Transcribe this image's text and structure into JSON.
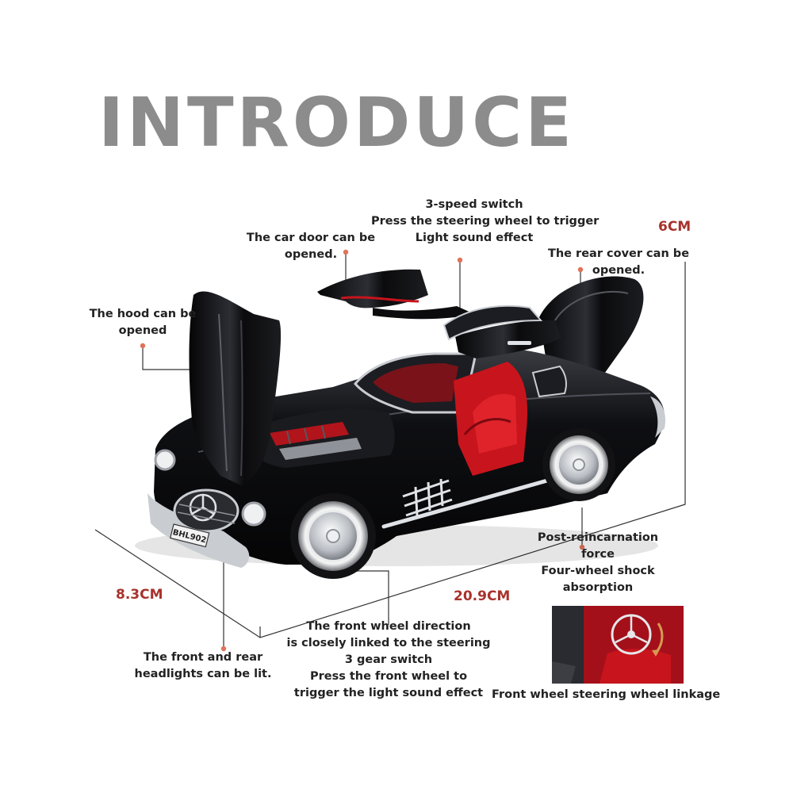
{
  "title": "INTRODUCE",
  "colors": {
    "title": "#8c8c8c",
    "accent": "#a8322c",
    "callout_dot": "#e0735a",
    "text": "#222222",
    "car_body": "#0d0d0f",
    "interior": "#c8141c",
    "chrome": "#c9cdd2"
  },
  "dimensions": {
    "height": "6CM",
    "width": "8.3CM",
    "length": "20.9CM"
  },
  "callouts": {
    "switch": [
      "3-speed switch",
      "Press the steering wheel to trigger",
      "Light sound effect"
    ],
    "door": [
      "The car door can be",
      "opened."
    ],
    "rear": [
      "The rear cover can be",
      "opened."
    ],
    "hood": [
      "The hood can be",
      "opened"
    ],
    "shock": [
      "Post-reincarnation",
      "force",
      "Four-wheel shock",
      "absorption"
    ],
    "front_wheel": [
      "The front wheel direction",
      "is closely linked to the steering",
      "3 gear switch",
      "Press the front wheel to",
      "trigger the light sound effect"
    ],
    "headlights": [
      "The front and rear",
      "headlights can be lit."
    ]
  },
  "inset": {
    "caption": "Front wheel steering wheel linkage"
  },
  "license_plate": "BHL902"
}
